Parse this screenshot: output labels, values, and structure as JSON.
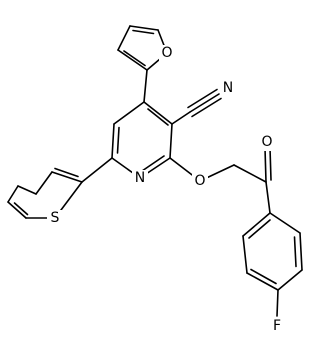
{
  "atoms": {
    "furan_o": "O",
    "nitrile_n": "N",
    "pyridine_n": "N",
    "thiophene_s": "S",
    "ether_o": "O",
    "carbonyl_o": "O",
    "fluorine": "F"
  }
}
